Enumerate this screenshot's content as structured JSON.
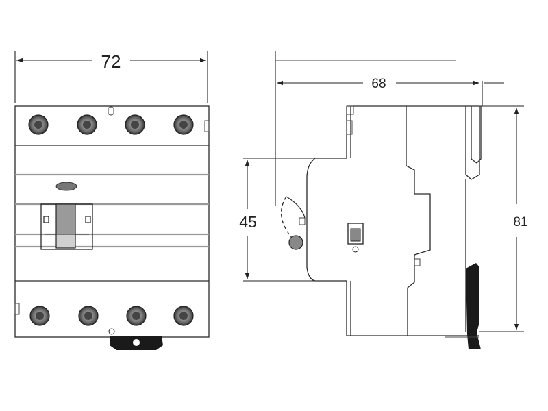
{
  "dimensions": {
    "front_width": "72",
    "side_depth": "68",
    "handle_height": "45",
    "total_height": "81"
  }
}
